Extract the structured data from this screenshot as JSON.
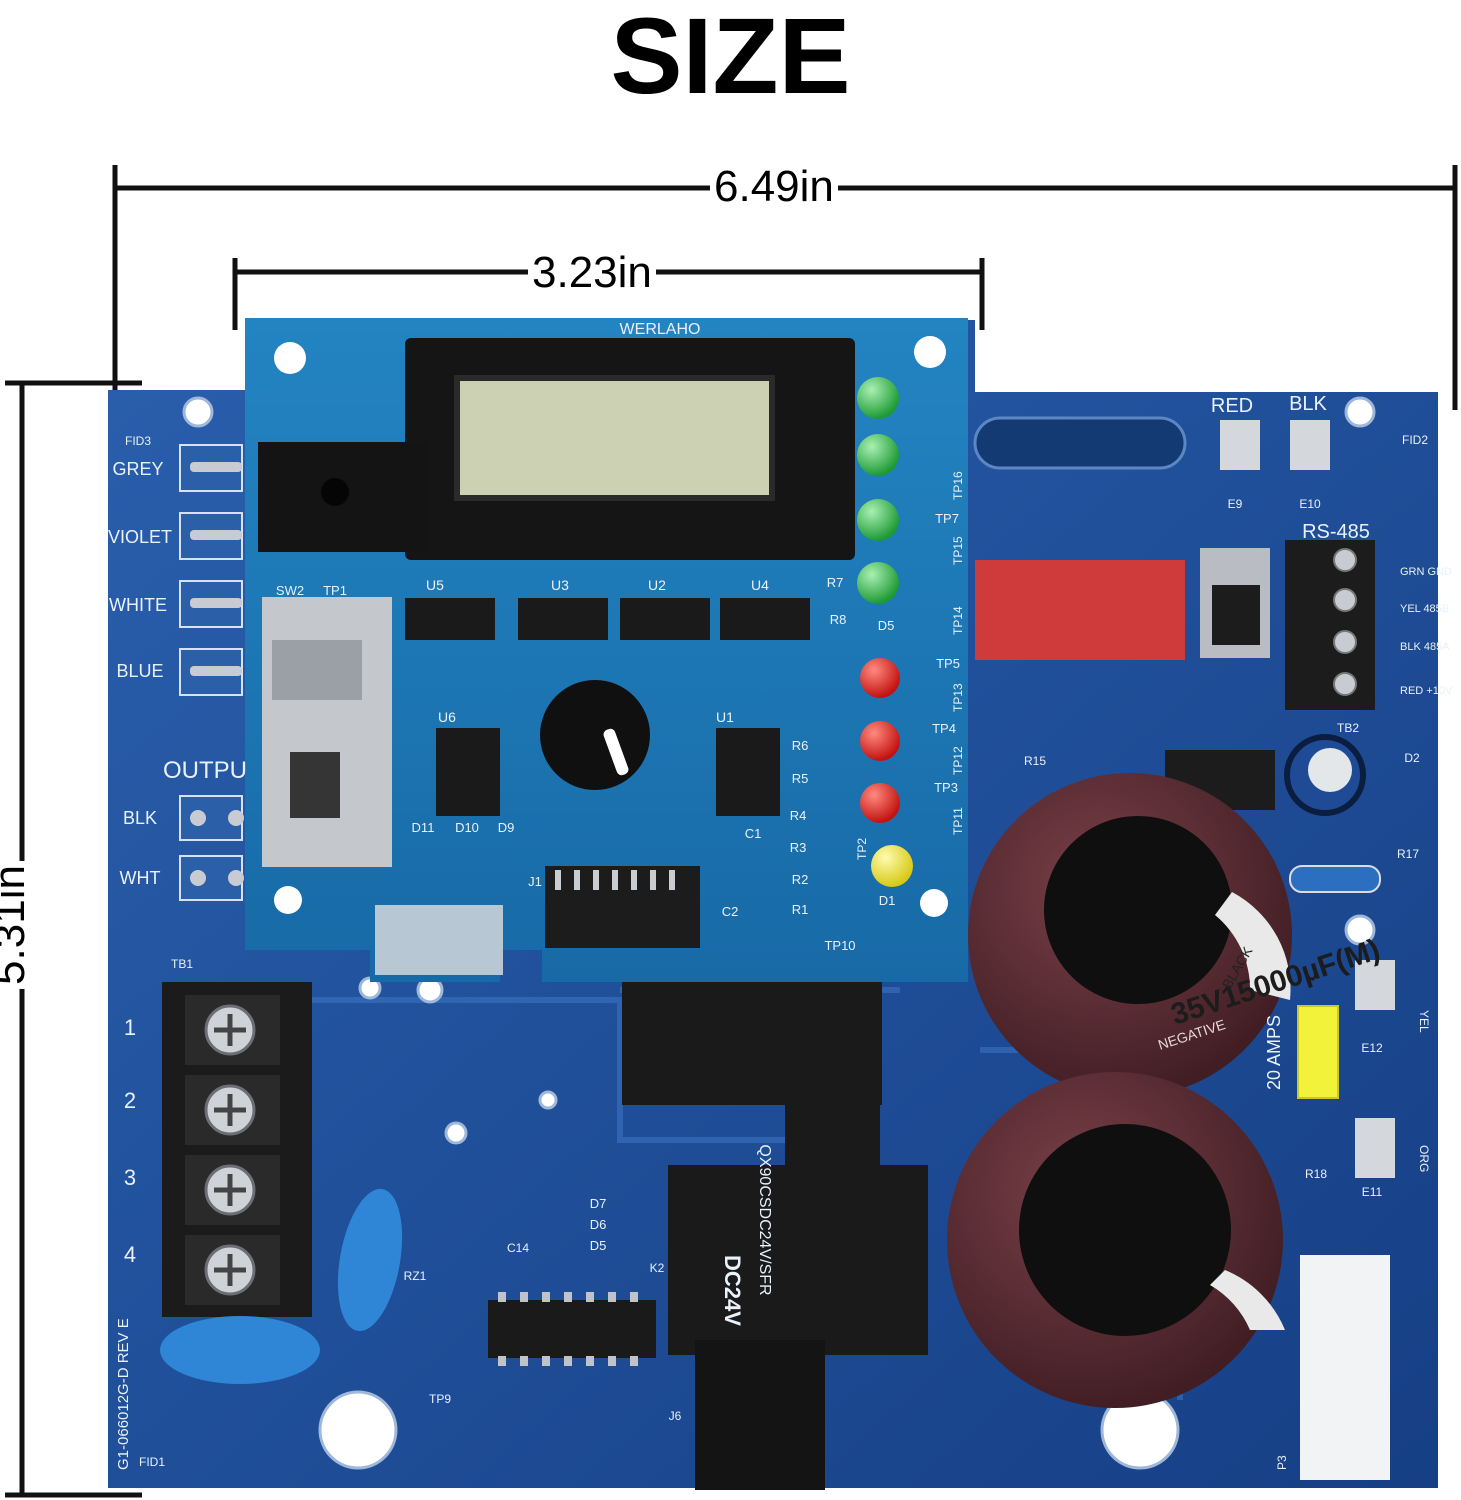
{
  "heading": "SIZE",
  "dimensions": {
    "width": "6.49in",
    "controller_width": "3.23in",
    "height": "5.31in"
  },
  "board_labels": {
    "brand": "WERLAHO",
    "wire_labels": [
      "GREY",
      "VIOLET",
      "WHITE",
      "BLUE"
    ],
    "output_label": "OUTPU",
    "output_terminals": [
      "BLK",
      "WHT"
    ],
    "terminal_numbers": [
      "1",
      "2",
      "3",
      "4"
    ],
    "rs485": "RS-485",
    "rs485_pins": [
      "GRN GND",
      "YEL 485B",
      "BLK 485A",
      "RED +10V"
    ],
    "top_jumpers": [
      "RED",
      "BLK"
    ],
    "fuse": "20 AMPS",
    "capacitor": "35V15000µF(M)",
    "capacitor_polarity": "NEGATIVE",
    "capacitor_color": "BLACK",
    "relay_model": "QX90CSDC24V/SFR",
    "relay_coil": "DC24V",
    "part_number": "G1-066012G-D REV E",
    "misc": [
      "SW2",
      "TP1",
      "U5",
      "U3",
      "U2",
      "U4",
      "U6",
      "U1",
      "R7",
      "R8",
      "D5",
      "TP5",
      "TP4",
      "TP3",
      "TP2",
      "D1",
      "TP10",
      "J1",
      "C1",
      "C2",
      "R1",
      "R2",
      "R3",
      "R4",
      "R5",
      "R6",
      "D9",
      "D10",
      "D11",
      "TB1",
      "TB2",
      "FID1",
      "FID2",
      "FID3",
      "TP9",
      "E9",
      "E10",
      "E11",
      "E12",
      "YEL",
      "ORG",
      "R15",
      "R17",
      "R18",
      "D2",
      "RZ1",
      "C14",
      "D5",
      "D6",
      "D7",
      "K2",
      "J6",
      "P3",
      "TP16",
      "TP15",
      "TP14",
      "TP13",
      "TP12",
      "TP11",
      "TP7"
    ]
  },
  "colors": {
    "board": "#1d4f9a",
    "controller": "#1b74b4",
    "lcd": "#cfd3b6",
    "cap": "#5a2b33",
    "led_green": "#2fbf45",
    "led_red": "#e0201c",
    "led_yellow": "#f4ea2a"
  }
}
